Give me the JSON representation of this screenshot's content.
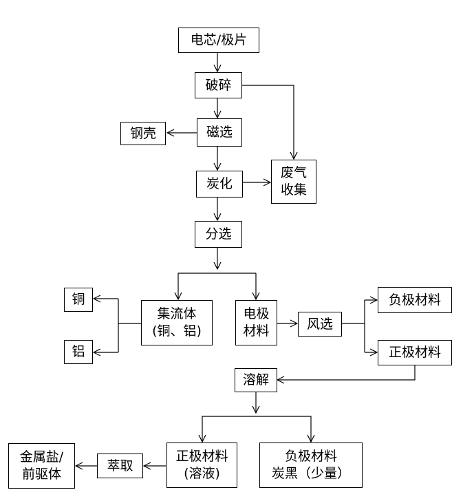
{
  "nodes": {
    "cell": "电芯/极片",
    "crush": "破碎",
    "magnetic": "磁选",
    "steel_shell": "钢壳",
    "carbonize": "炭化",
    "exhaust": "废气\n收集",
    "sorting": "分选",
    "copper": "铜",
    "aluminum": "铝",
    "collector": "集流体\n(铜、铝)",
    "electrode": "电极\n材料",
    "air_sort": "风选",
    "anode": "负极材料",
    "cathode": "正极材料",
    "dissolve": "溶解",
    "cathode_solution": "正极材料\n(溶液)",
    "anode_residue": "负极材料\n炭黑（少量）",
    "extraction": "萃取",
    "metal_salt": "金属盐/\n前驱体"
  },
  "colors": {
    "line": "#000000",
    "background": "#ffffff"
  }
}
